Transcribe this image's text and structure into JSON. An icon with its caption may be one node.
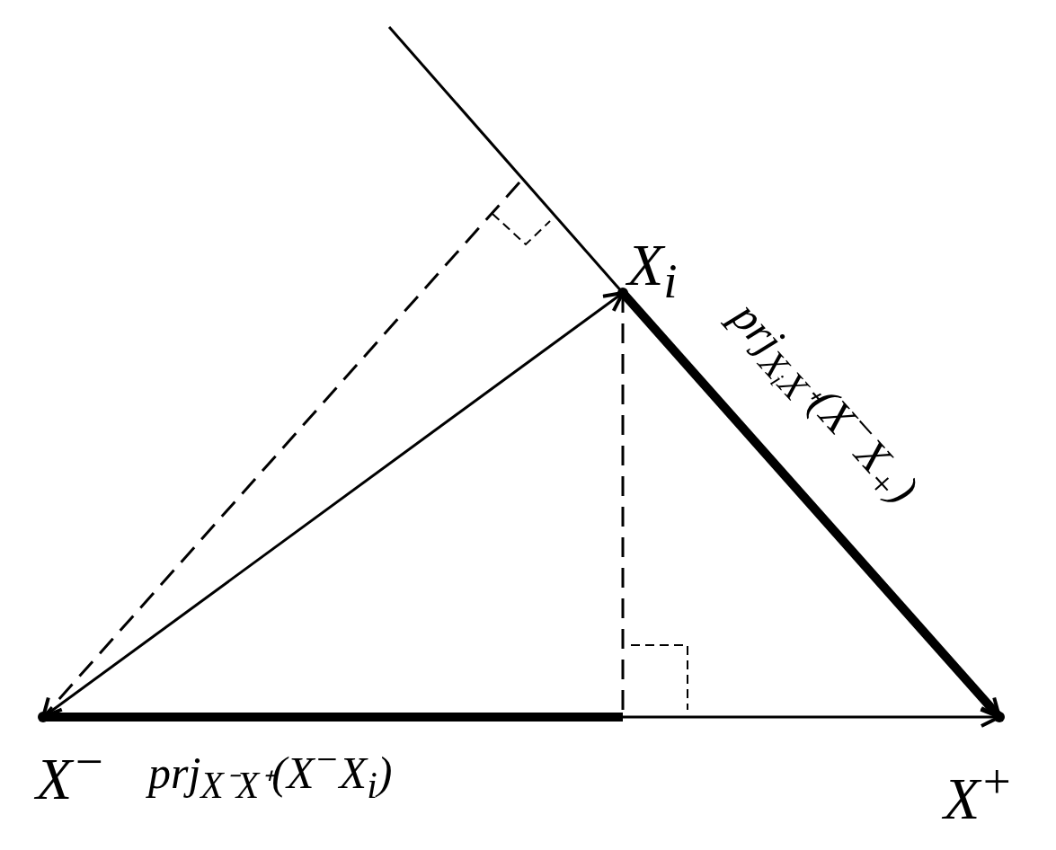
{
  "diagram": {
    "nodes": [
      {
        "text": [
          "X$^{−}$"
        ]
      },
      {
        "text": [
          "X$_{i}$"
        ]
      },
      {
        "text": [
          "X$^{+}$"
        ]
      }
    ],
    "edges": [
      {
        "from": 0,
        "to": 2,
        "arrow": "to"
      },
      {
        "from": 0,
        "to": null,
        "arrow": "none",
        "style": "thick",
        "label": "prj$_{X⁻X⁺}$(X$^{−}$X$_{i}$)"
      },
      {
        "from": 0,
        "to": 1,
        "arrow": "to"
      },
      {
        "from": 1,
        "to": 2,
        "arrow": "to",
        "style": "thick",
        "label": "prj$_{XᵢX⁺}$(X$^{−}$X$_{+}$)"
      },
      {
        "from": 1,
        "to": null,
        "arrow": "none",
        "style": "dashed"
      },
      {
        "from": null,
        "to": 0,
        "arrow": "to",
        "style": "dashed"
      },
      {
        "from": null,
        "to": 1,
        "arrow": "none"
      }
    ]
  }
}
